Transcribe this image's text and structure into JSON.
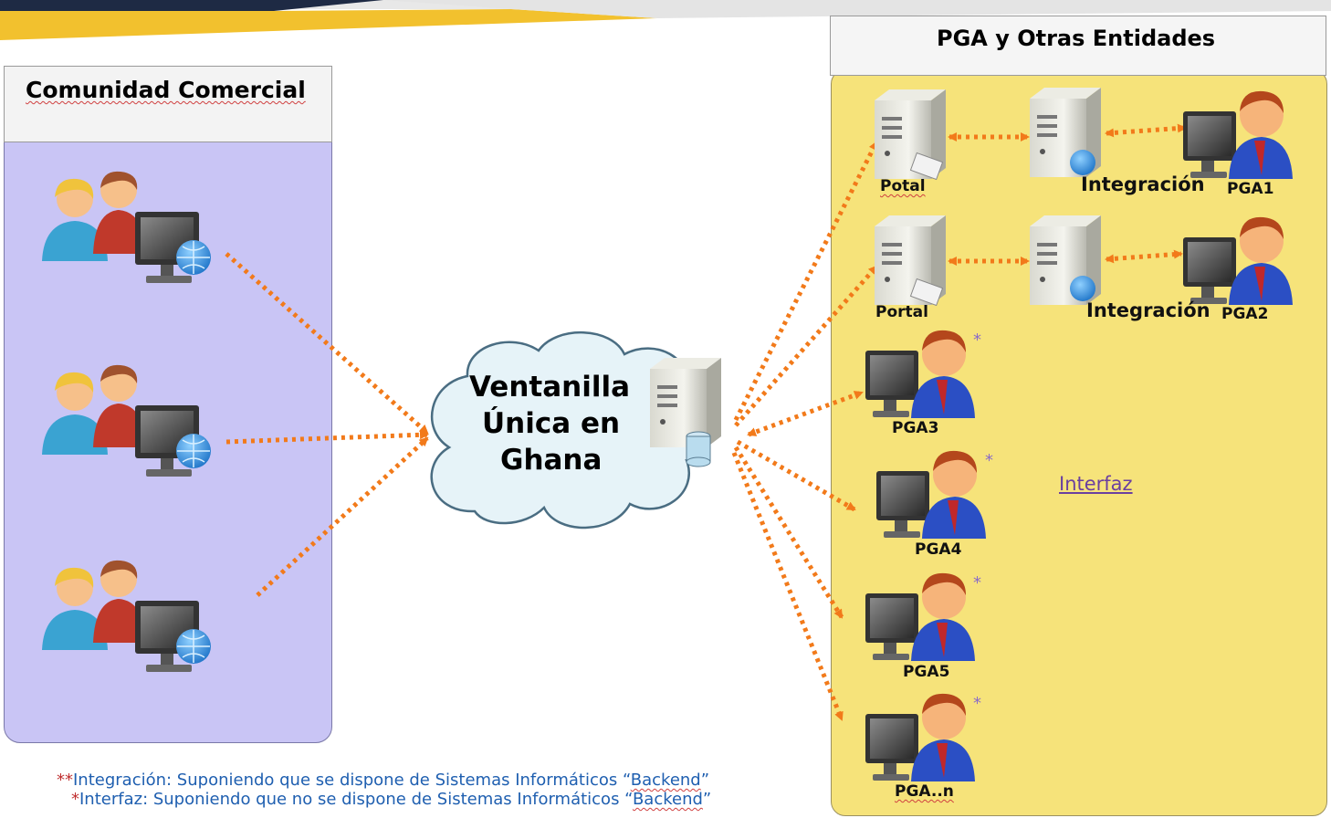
{
  "left_group": {
    "title": "Comunidad Comercial"
  },
  "right_group": {
    "title": "PGA y Otras Entidades"
  },
  "center": {
    "line1": "Ventanilla",
    "line2": "Única en",
    "line3": "Ghana"
  },
  "labels": {
    "potal": "Potal",
    "portal": "Portal",
    "integracion1": "Integración",
    "integracion2": "Integración",
    "pga1": "PGA1",
    "pga2": "PGA2",
    "pga3": "PGA3",
    "pga4": "PGA4",
    "pga5": "PGA5",
    "pgan": "PGA..n",
    "interfaz": "Interfaz",
    "asterisk": "*"
  },
  "notes": {
    "note1_lead": "**",
    "note1": "Integración: Suponiendo que se dispone de Sistemas Informáticos “",
    "note1_word": "Backend",
    "note1_end": "”",
    "note2_lead": "*",
    "note2": "Interfaz: Suponiendo que no se dispone de Sistemas Informáticos “",
    "note2_word": "Backend",
    "note2_end": "”"
  },
  "colors": {
    "left_panel": "#c9c5f5",
    "right_panel": "#f6e37a",
    "arrow": "#f27a1a",
    "note_text": "#1f5fb0",
    "top_bar": "#1e2a44",
    "top_accent": "#f2c12e"
  }
}
